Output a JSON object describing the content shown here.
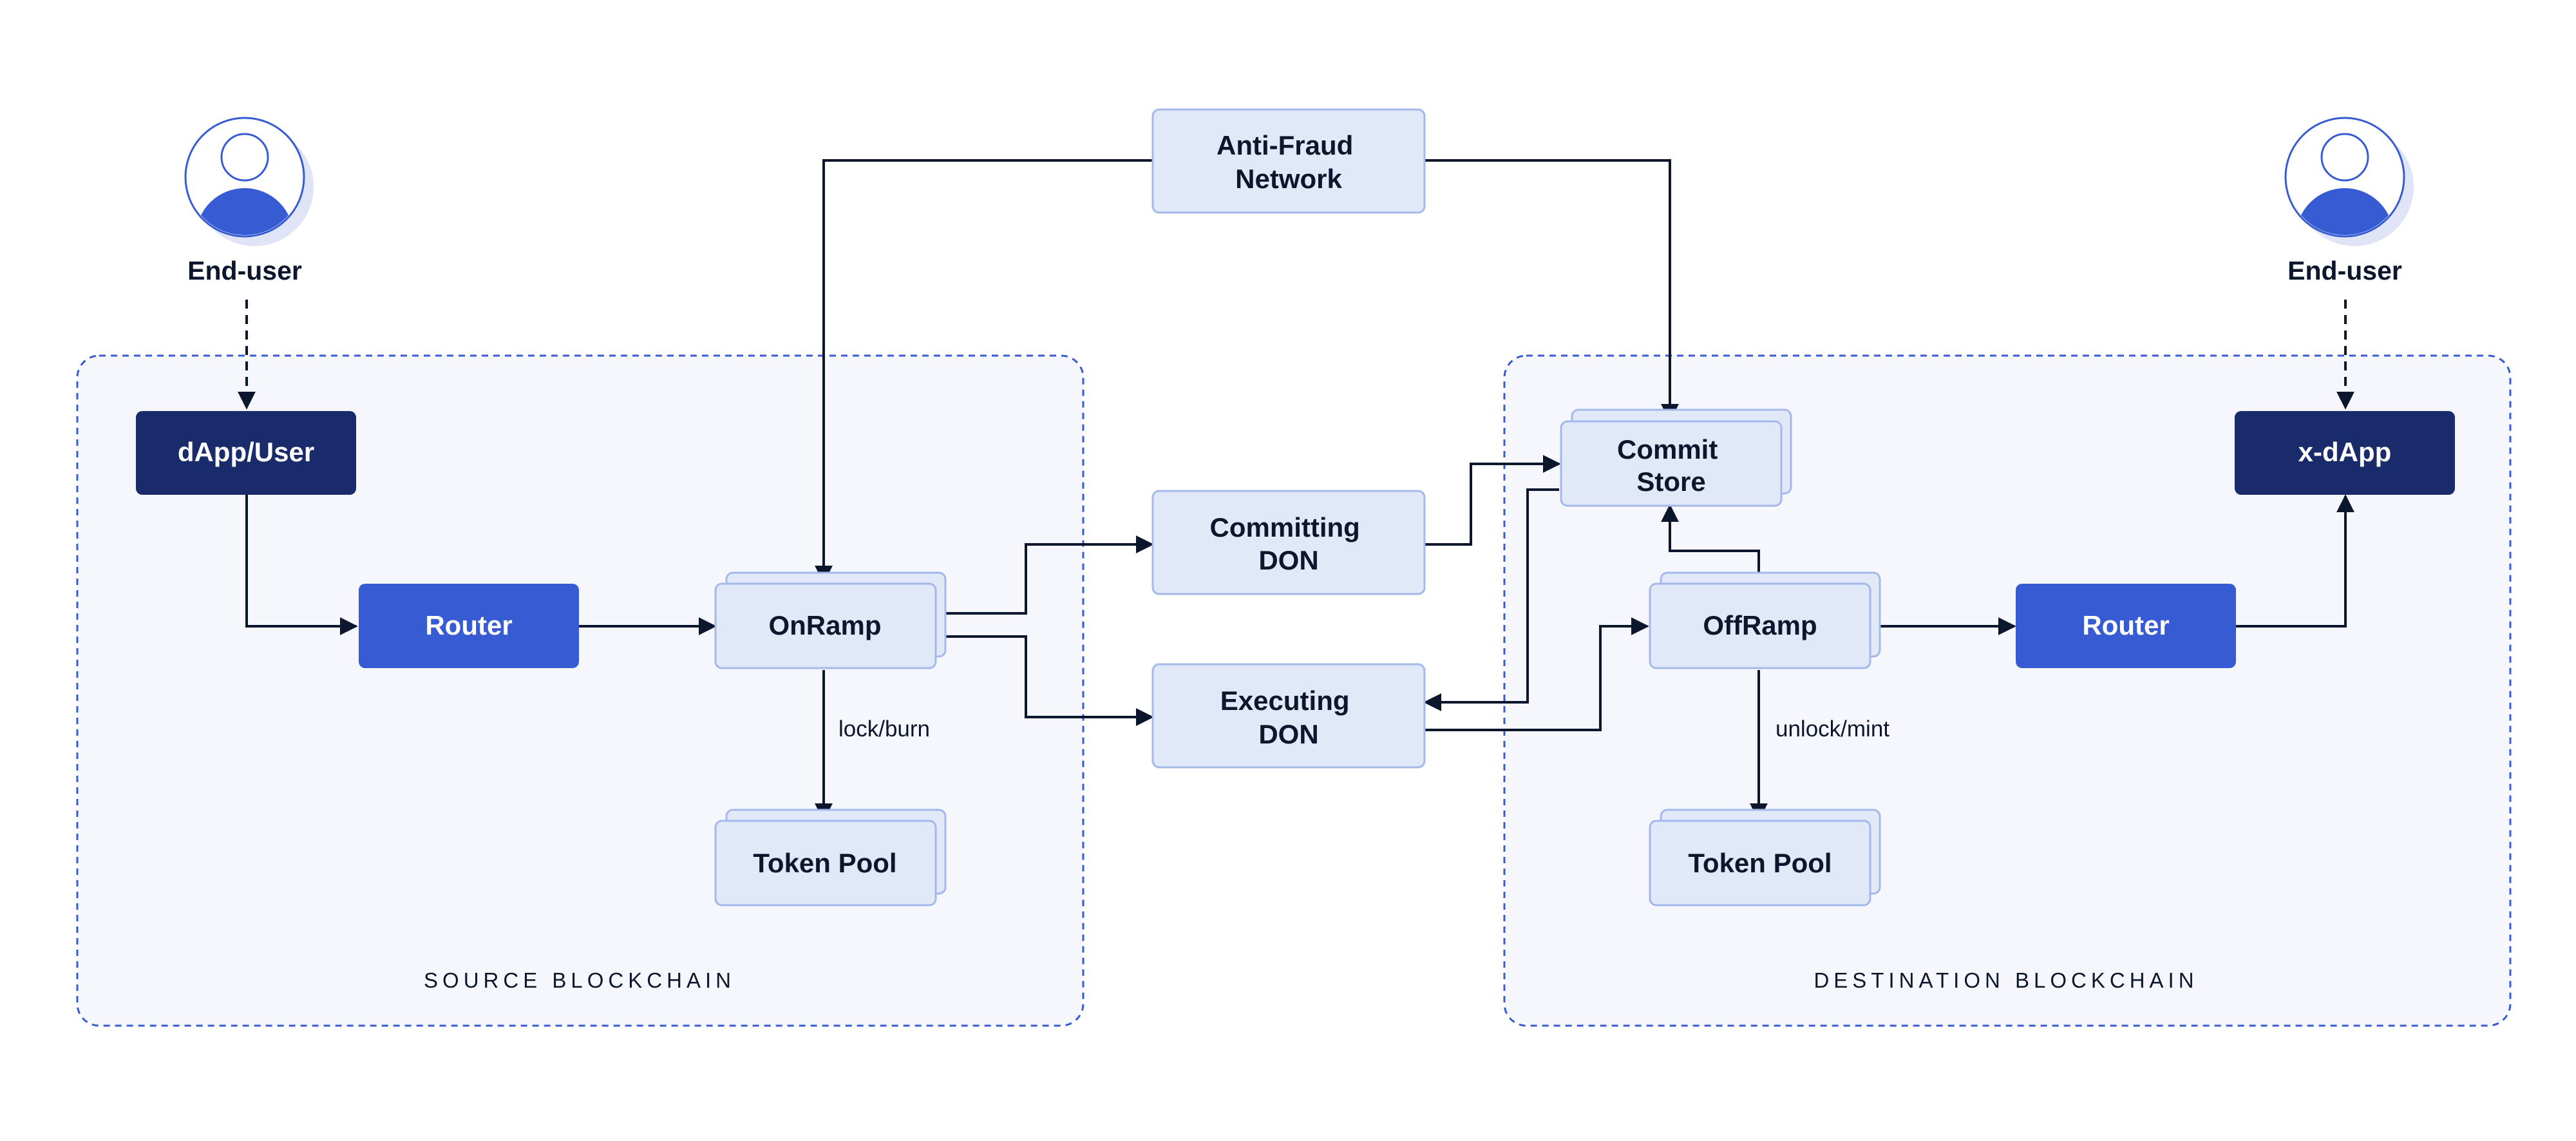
{
  "colors": {
    "light_fill": "#e1e8f8",
    "light_stroke": "#a4b8ea",
    "router_fill": "#375bd2",
    "dark_fill": "#1a2b6b",
    "arrow": "#0c162c",
    "region_border": "#375bd2",
    "region_fill": "#f6f7fd"
  },
  "left_user": {
    "label": "End-user"
  },
  "right_user": {
    "label": "End-user"
  },
  "source_region": {
    "label": "SOURCE BLOCKCHAIN"
  },
  "destination_region": {
    "label": "DESTINATION BLOCKCHAIN"
  },
  "nodes": {
    "dapp_user": "dApp/User",
    "router_source": "Router",
    "onramp": "OnRamp",
    "token_pool_source": "Token Pool",
    "anti_fraud": [
      "Anti-Fraud",
      "Network"
    ],
    "committing_don": [
      "Committing",
      "DON"
    ],
    "executing_don": [
      "Executing",
      "DON"
    ],
    "commit_store": [
      "Commit",
      "Store"
    ],
    "offramp": "OffRamp",
    "router_dest": "Router",
    "x_dapp": "x-dApp",
    "token_pool_dest": "Token Pool"
  },
  "edge_labels": {
    "lock_burn": "lock/burn",
    "unlock_mint": "unlock/mint"
  }
}
